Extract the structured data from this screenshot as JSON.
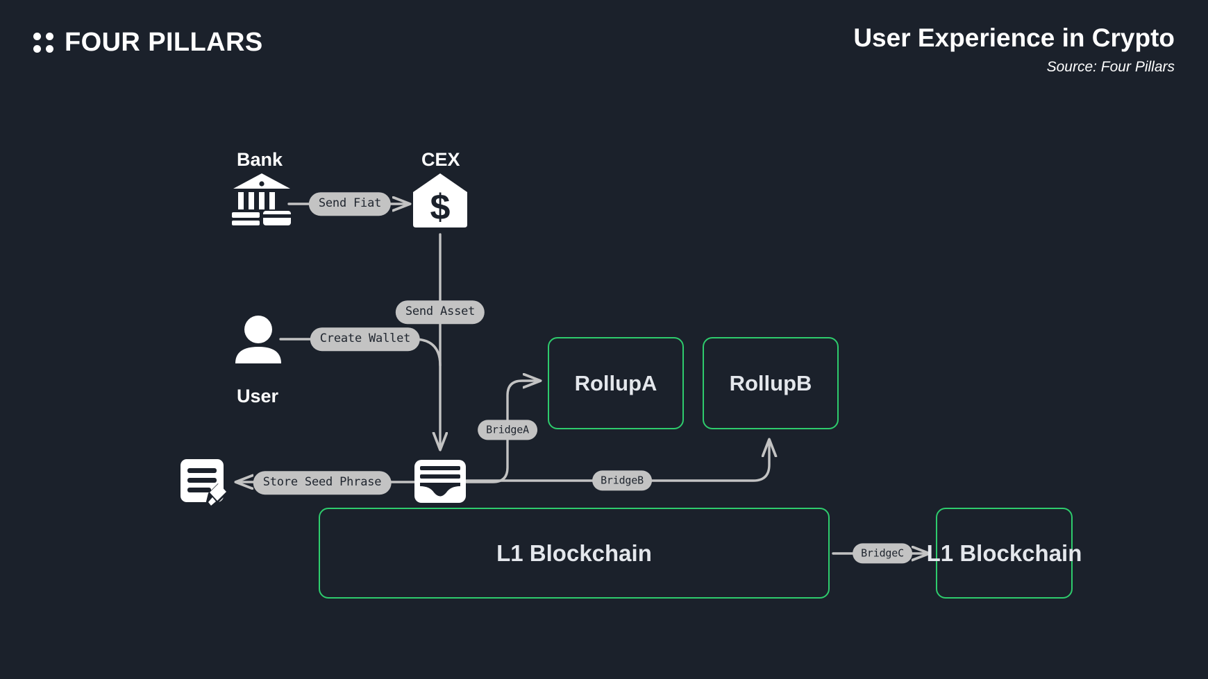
{
  "header": {
    "brand": "FOUR PILLARS",
    "brand_icon": "four-dots-icon",
    "title": "User Experience in Crypto",
    "source": "Source: Four Pillars"
  },
  "theme": {
    "background": "#1b212b",
    "accent_green": "#2ecc6d",
    "edge_gray": "#c3c3c3",
    "text_white": "#ffffff",
    "box_text": "#e4e7ec"
  },
  "diagram": {
    "type": "flow-diagram",
    "nodes": [
      {
        "id": "bank",
        "label": "Bank",
        "kind": "icon-node",
        "icon": "bank-icon"
      },
      {
        "id": "cex",
        "label": "CEX",
        "kind": "icon-node",
        "icon": "exchange-dollar-icon"
      },
      {
        "id": "user",
        "label": "User",
        "kind": "icon-node",
        "icon": "user-icon"
      },
      {
        "id": "wallet",
        "label": "",
        "kind": "icon-node",
        "icon": "wallet-icon"
      },
      {
        "id": "seed",
        "label": "",
        "kind": "icon-node",
        "icon": "seed-phrase-note-icon"
      },
      {
        "id": "rollupA",
        "label": "RollupA",
        "kind": "box"
      },
      {
        "id": "rollupB",
        "label": "RollupB",
        "kind": "box"
      },
      {
        "id": "l1main",
        "label": "L1 Blockchain",
        "kind": "box"
      },
      {
        "id": "l1right",
        "label": "L1 Blockchain",
        "kind": "box"
      }
    ],
    "edges": [
      {
        "id": "e1",
        "from": "bank",
        "to": "cex",
        "label": "Send Fiat"
      },
      {
        "id": "e2",
        "from": "cex",
        "to": "wallet",
        "label": "Send Asset"
      },
      {
        "id": "e3",
        "from": "user",
        "to": "wallet",
        "label": "Create Wallet"
      },
      {
        "id": "e4",
        "from": "wallet",
        "to": "seed",
        "label": "Store Seed Phrase"
      },
      {
        "id": "e5",
        "from": "wallet",
        "to": "rollupA",
        "label": "BridgeA"
      },
      {
        "id": "e6",
        "from": "wallet",
        "to": "rollupB",
        "label": "BridgeB"
      },
      {
        "id": "e7",
        "from": "l1main",
        "to": "l1right",
        "label": "BridgeC"
      }
    ]
  }
}
